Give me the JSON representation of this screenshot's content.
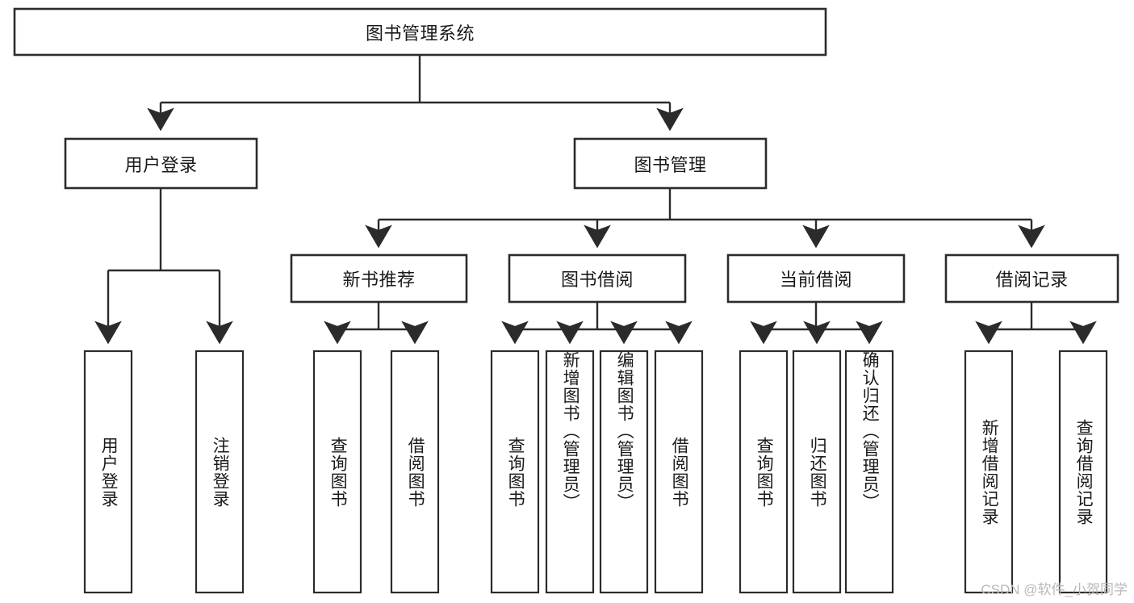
{
  "diagram": {
    "title": "图书管理系统",
    "type": "tree",
    "orientation": "top-down",
    "colors": {
      "box_stroke": "#2b2b2b",
      "box_fill": "#ffffff",
      "connector": "#2b2b2b",
      "text": "#1a1a1a",
      "watermark": "#b9b9b9",
      "background": "#ffffff"
    },
    "root": {
      "id": "root",
      "label": "图书管理系统",
      "orientation": "horizontal"
    },
    "level1": [
      {
        "id": "user-login",
        "label": "用户登录",
        "orientation": "horizontal"
      },
      {
        "id": "book-manage",
        "label": "图书管理",
        "orientation": "horizontal"
      }
    ],
    "level2": [
      {
        "id": "new-book-recommend",
        "label": "新书推荐",
        "orientation": "horizontal",
        "parent": "book-manage"
      },
      {
        "id": "book-borrow",
        "label": "图书借阅",
        "orientation": "horizontal",
        "parent": "book-manage"
      },
      {
        "id": "current-borrow",
        "label": "当前借阅",
        "orientation": "horizontal",
        "parent": "book-manage"
      },
      {
        "id": "borrow-record",
        "label": "借阅记录",
        "orientation": "horizontal",
        "parent": "book-manage"
      }
    ],
    "leaves": [
      {
        "id": "leaf-user-login",
        "label": "用户登录",
        "orientation": "vertical",
        "parent": "user-login"
      },
      {
        "id": "leaf-logout-login",
        "label": "注销登录",
        "orientation": "vertical",
        "parent": "user-login"
      },
      {
        "id": "leaf-query-book-1",
        "label": "查询图书",
        "orientation": "vertical",
        "parent": "new-book-recommend"
      },
      {
        "id": "leaf-borrow-book-1",
        "label": "借阅图书",
        "orientation": "vertical",
        "parent": "new-book-recommend"
      },
      {
        "id": "leaf-query-book-2",
        "label": "查询图书",
        "orientation": "vertical",
        "parent": "book-borrow"
      },
      {
        "id": "leaf-add-book",
        "label": "新增图书（管理员）",
        "orientation": "vertical",
        "parent": "book-borrow"
      },
      {
        "id": "leaf-edit-book",
        "label": "编辑图书（管理员）",
        "orientation": "vertical",
        "parent": "book-borrow"
      },
      {
        "id": "leaf-borrow-book-2",
        "label": "借阅图书",
        "orientation": "vertical",
        "parent": "book-borrow"
      },
      {
        "id": "leaf-query-book-3",
        "label": "查询图书",
        "orientation": "vertical",
        "parent": "current-borrow"
      },
      {
        "id": "leaf-return-book",
        "label": "归还图书",
        "orientation": "vertical",
        "parent": "current-borrow"
      },
      {
        "id": "leaf-confirm-return",
        "label": "确认归还（管理员）",
        "orientation": "vertical",
        "parent": "current-borrow"
      },
      {
        "id": "leaf-add-record",
        "label": "新增借阅记录",
        "orientation": "vertical",
        "parent": "borrow-record"
      },
      {
        "id": "leaf-query-record",
        "label": "查询借阅记录",
        "orientation": "vertical",
        "parent": "borrow-record"
      }
    ]
  },
  "watermark": {
    "text": "CSDN @软件_小贺同学"
  }
}
